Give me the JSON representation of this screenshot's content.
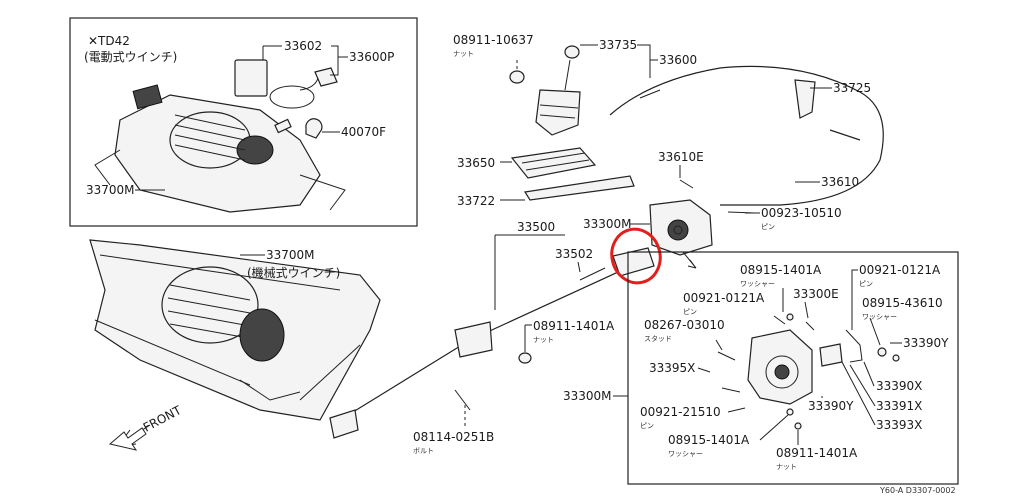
{
  "inset_top": {
    "title": "✕TD42",
    "subtitle": "(電動式ウインチ)",
    "labels": {
      "p33602": "33602",
      "p33600p": "33600P",
      "p40070f": "40070F",
      "p33700m": "33700M"
    }
  },
  "lower_left": {
    "p33700m": "33700M",
    "p33700m_sub": "(機械式ウインチ)",
    "front": "FRONT"
  },
  "main": {
    "p08911_10637": "08911-10637",
    "p08911_10637_sub": "ナット",
    "p33735": "33735",
    "p33600": "33600",
    "p33725": "33725",
    "p33650": "33650",
    "p33610e": "33610E",
    "p33610": "33610",
    "p33722": "33722",
    "p33500": "33500",
    "p33300m_top": "33300M",
    "p00923_10510": "00923-10510",
    "p00923_10510_sub": "ピン",
    "p33502": "33502",
    "p08911_1401a": "08911-1401A",
    "p08911_1401a_sub": "ナット",
    "p08114_0251b": "08114-0251B",
    "p08114_0251b_sub": "ボルト"
  },
  "detail": {
    "p08915_1401a": "08915-1401A",
    "p08915_1401a_sub": "ワッシャー",
    "p00921_0121a_r": "00921-0121A",
    "p00921_0121a_r_sub": "ピン",
    "p00921_0121a_l": "00921-0121A",
    "p00921_0121a_l_sub": "ピン",
    "p33300e": "33300E",
    "p08915_43610": "08915-43610",
    "p08915_43610_sub": "ワッシャー",
    "p08267_03010": "08267-03010",
    "p08267_03010_sub": "スタッド",
    "p33390y_r": "33390Y",
    "p33395x": "33395X",
    "p33390x": "33390X",
    "p33300m": "33300M",
    "p33391x": "33391X",
    "p00921_21510": "00921-21510",
    "p00921_21510_sub": "ピン",
    "p33390y_b": "33390Y",
    "p33393x": "33393X",
    "p08915_1401a_b": "08915-1401A",
    "p08915_1401a_b_sub": "ワッシャー",
    "p08911_1401a_b": "08911-1401A",
    "p08911_1401a_b_sub": "ナット"
  },
  "footer": {
    "code": "Y60-A D3307-0002"
  },
  "highlight_color": "#e0201c"
}
